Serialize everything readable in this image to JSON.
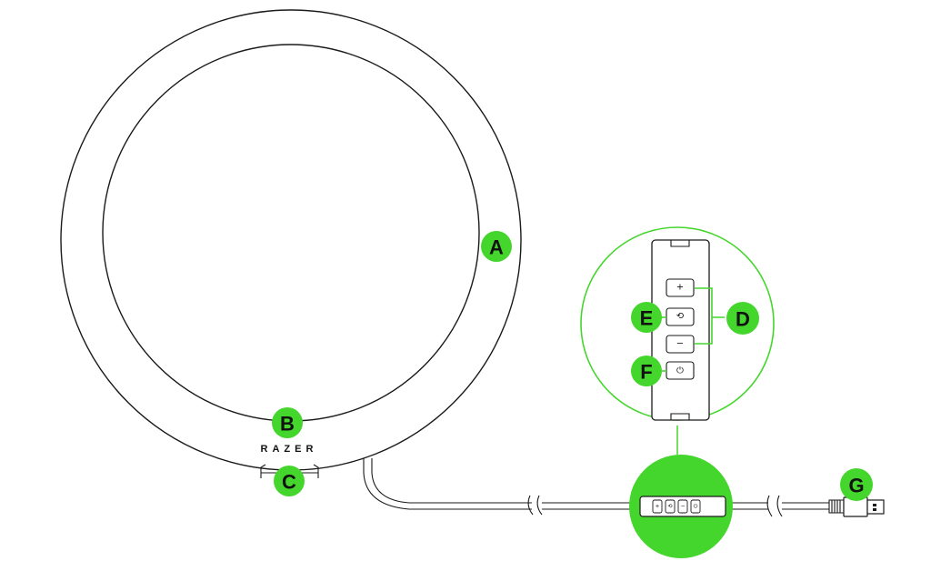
{
  "colors": {
    "accent": "#44d62c",
    "accent_dark": "#2fb81e",
    "line": "#1a1a1a",
    "background": "#ffffff"
  },
  "brand": {
    "logo_text": "RAZER"
  },
  "callouts": {
    "A": "A",
    "B": "B",
    "C": "C",
    "D": "D",
    "E": "E",
    "F": "F",
    "G": "G"
  },
  "controller": {
    "buttons": [
      {
        "icon": "plus-icon",
        "glyph": "+"
      },
      {
        "icon": "mode-toggle-icon",
        "glyph": "⟲"
      },
      {
        "icon": "minus-icon",
        "glyph": "−"
      },
      {
        "icon": "power-icon",
        "glyph": "⏻"
      }
    ]
  }
}
